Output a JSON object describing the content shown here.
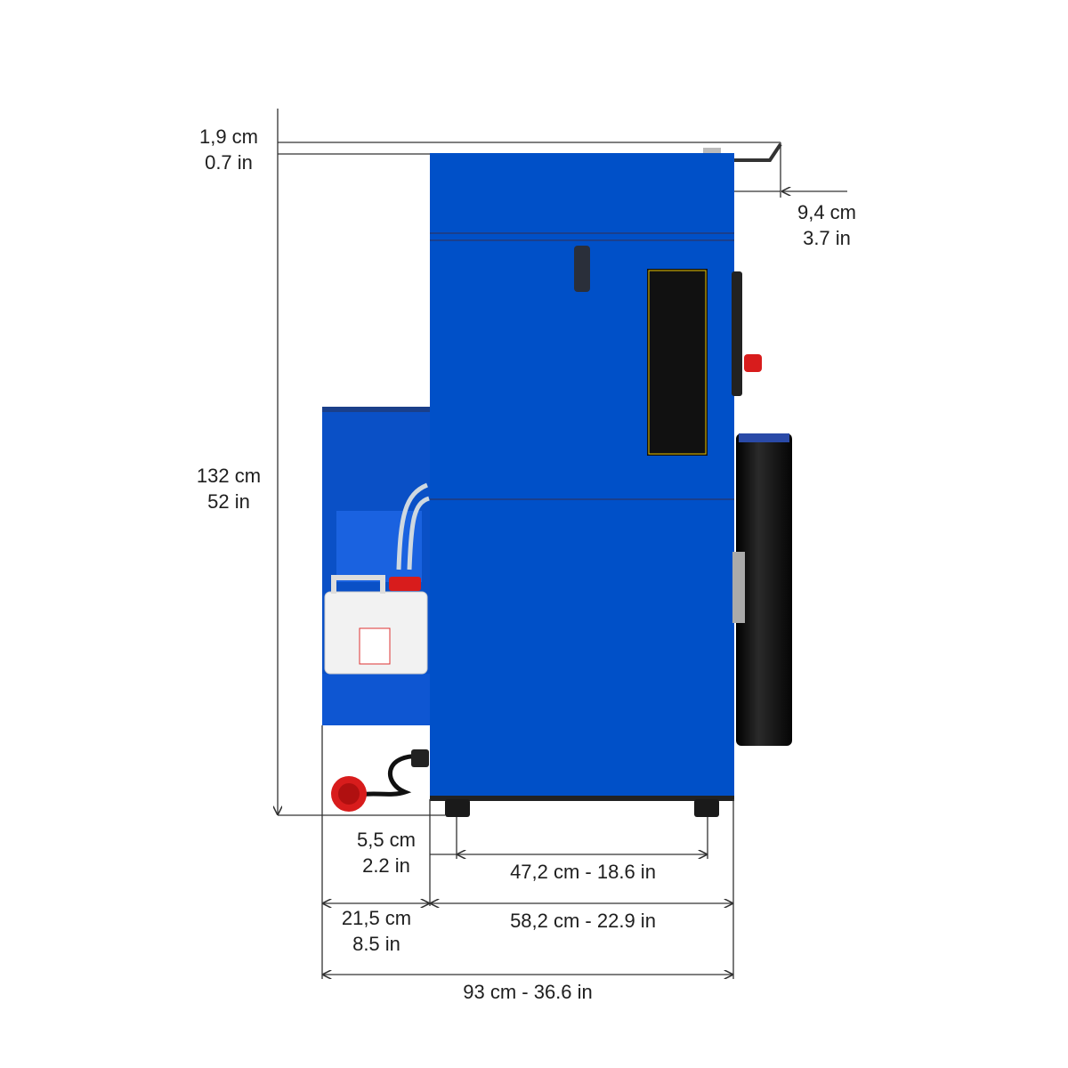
{
  "colors": {
    "body_blue": "#0050c8",
    "dim_line": "#333333",
    "plug_red": "#d01818",
    "cylinder": "#111111"
  },
  "dimensions": {
    "top_offset": {
      "cm": "1,9 cm",
      "in": "0.7 in"
    },
    "height": {
      "cm": "132 cm",
      "in": "52 in"
    },
    "handle_overhang": {
      "cm": "9,4 cm",
      "in": "3.7 in"
    },
    "foot_inset": {
      "cm": "5,5 cm",
      "in": "2.2 in"
    },
    "foot_spacing": "47,2 cm - 18.6 in",
    "side_unit_width": {
      "cm": "21,5 cm",
      "in": "8.5 in"
    },
    "cabinet_width": "58,2 cm - 22.9 in",
    "total_width": "93 cm - 36.6 in"
  }
}
